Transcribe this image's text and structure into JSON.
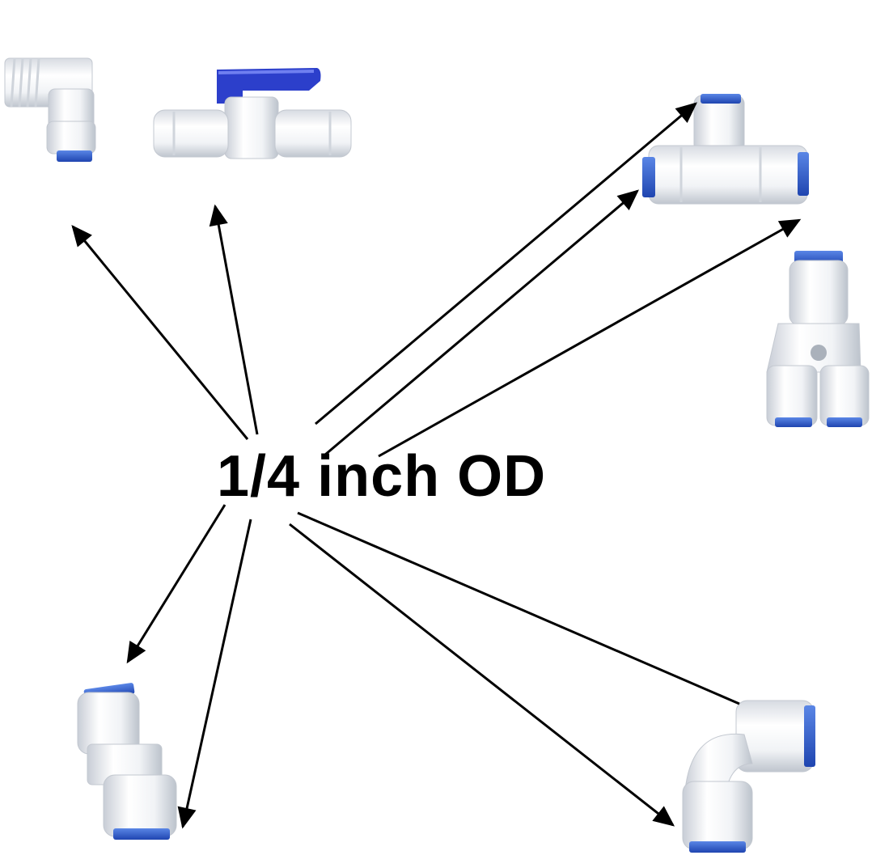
{
  "caption": "1/4 inch OD",
  "colors": {
    "background": "#ffffff",
    "plastic": "#f2f3f5",
    "plastic_shade": "#c9ced6",
    "collet_blue": "#2f5fd0",
    "valve_handle": "#2b3fc9",
    "arrow": "#000000"
  },
  "fittings": [
    {
      "name": "male-thread-elbow-fitting"
    },
    {
      "name": "ball-valve-fitting"
    },
    {
      "name": "tee-fitting"
    },
    {
      "name": "y-splitter-fitting"
    },
    {
      "name": "straight-union-fitting"
    },
    {
      "name": "elbow-union-fitting"
    }
  ],
  "arrow_count": 8
}
